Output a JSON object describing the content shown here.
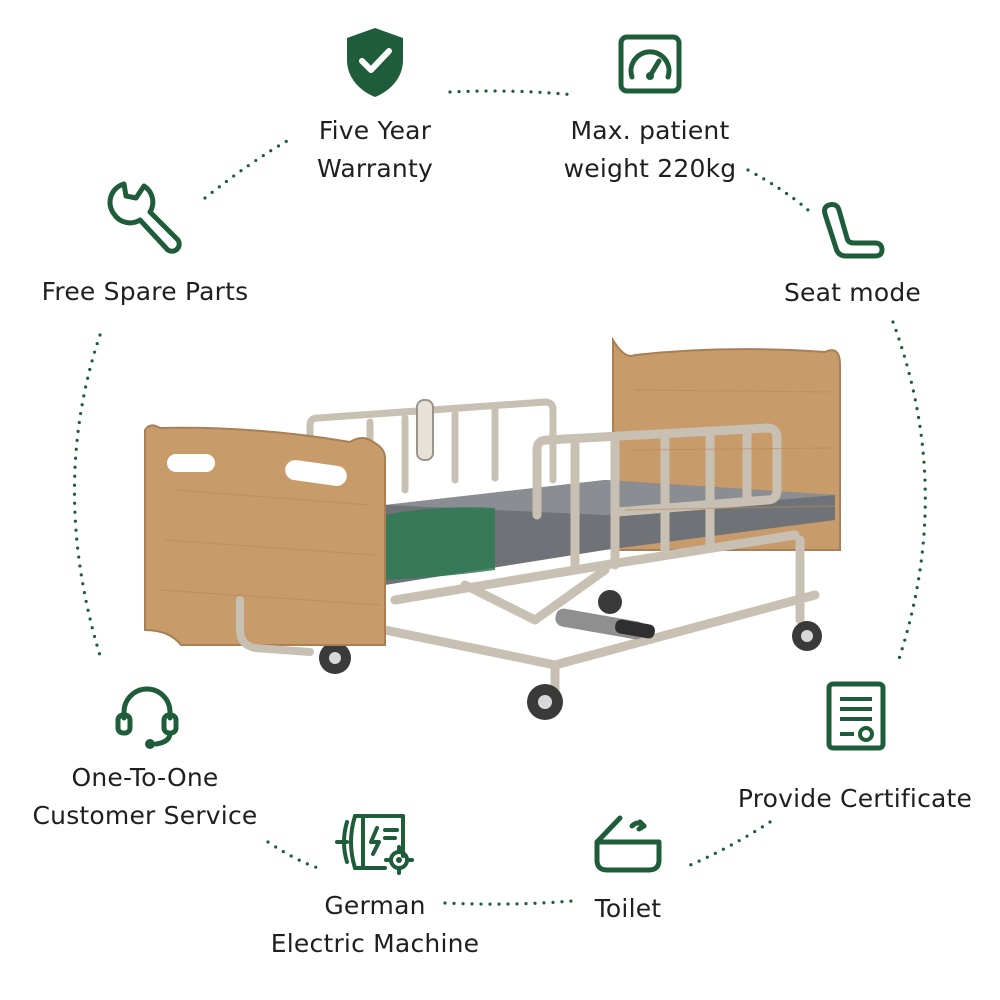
{
  "theme": {
    "accent": "#1e5c3a",
    "wood": "#c89b6b",
    "frame": "#c8c0b2",
    "mattress": "#6f7378"
  },
  "product": {
    "subject": "electric-nursing-bed-image"
  },
  "features": [
    {
      "id": "warranty",
      "icon": "shield-check-icon",
      "lines": [
        "Five Year",
        "Warranty"
      ]
    },
    {
      "id": "weight",
      "icon": "gauge-icon",
      "lines": [
        "Max. patient",
        "weight 220kg"
      ]
    },
    {
      "id": "seat",
      "icon": "seat-icon",
      "lines": [
        "Seat mode"
      ]
    },
    {
      "id": "spare",
      "icon": "wrench-icon",
      "lines": [
        "Free Spare Parts"
      ]
    },
    {
      "id": "certificate",
      "icon": "certificate-icon",
      "lines": [
        "Provide Certificate"
      ]
    },
    {
      "id": "service",
      "icon": "headset-icon",
      "lines": [
        "One-To-One",
        "Customer Service"
      ]
    },
    {
      "id": "machine",
      "icon": "electric-motor-icon",
      "lines": [
        "German",
        "Electric Machine"
      ]
    },
    {
      "id": "toilet",
      "icon": "toilet-icon",
      "lines": [
        "Toilet"
      ]
    }
  ]
}
